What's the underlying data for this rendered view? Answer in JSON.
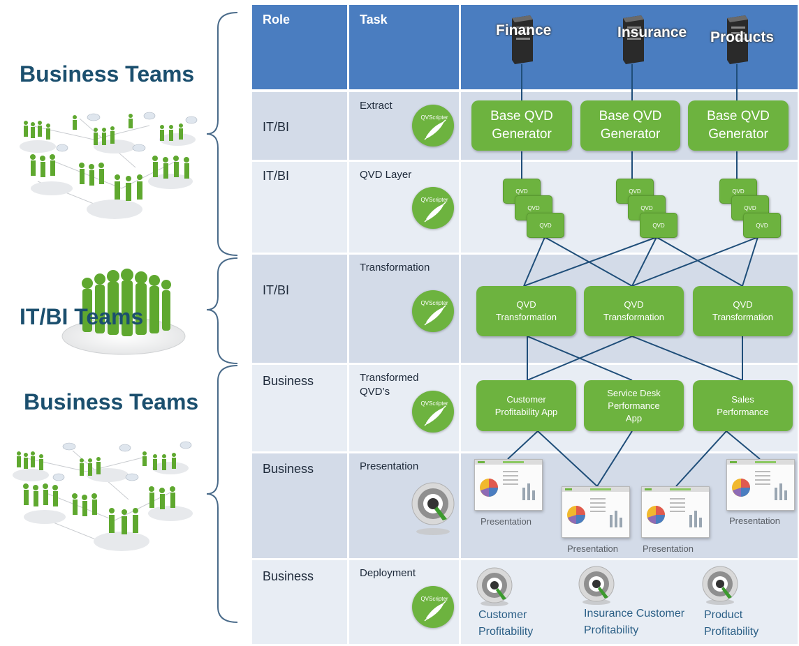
{
  "header": {
    "role_label": "Role",
    "task_label": "Task",
    "sources": [
      "Finance",
      "Insurance",
      "Products"
    ]
  },
  "side": {
    "top_title": "Business Teams",
    "middle_title": "IT/BI Teams",
    "bottom_title": "Business Teams"
  },
  "rows": [
    {
      "role": "IT/BI",
      "task": "Extract",
      "icon": "qvscripter-icon"
    },
    {
      "role": "IT/BI",
      "task": "QVD Layer",
      "icon": "qvscripter-icon"
    },
    {
      "role": "IT/BI",
      "task": "Transformation",
      "icon": "qvscripter-icon"
    },
    {
      "role": "Business",
      "task_line1": "Transformed",
      "task_line2": "QVD’s",
      "icon": "qvscripter-icon"
    },
    {
      "role": "Business",
      "task": "Presentation",
      "icon": "qlikview-icon"
    },
    {
      "role": "Business",
      "task": "Deployment",
      "icon": "qvscripter-icon"
    }
  ],
  "scripter_label": "QVScripter",
  "generators": [
    {
      "line1": "Base QVD",
      "line2": "Generator"
    },
    {
      "line1": "Base QVD",
      "line2": "Generator"
    },
    {
      "line1": "Base QVD",
      "line2": "Generator"
    }
  ],
  "qvd_label": "QVD",
  "transformations": [
    {
      "line1": "QVD",
      "line2": "Transformation"
    },
    {
      "line1": "QVD",
      "line2": "Transformation"
    },
    {
      "line1": "QVD",
      "line2": "Transformation"
    }
  ],
  "apps": [
    {
      "line1": "Customer",
      "line2": "Profitability App",
      "line3": ""
    },
    {
      "line1": "Service Desk",
      "line2": "Performance",
      "line3": "App"
    },
    {
      "line1": "Sales",
      "line2": "Performance",
      "line3": ""
    }
  ],
  "presentation_label": "Presentation",
  "deployments": [
    {
      "line1": "Customer",
      "line2": "Profitability"
    },
    {
      "line1": "Insurance Customer",
      "line2": "Profitability"
    },
    {
      "line1": "Product",
      "line2": "Profitability"
    }
  ],
  "colors": {
    "header_blue": "#4a7dc0",
    "band_dark": "#d3dbe8",
    "band_light": "#e8edf4",
    "qlik_green": "#6db33f",
    "connector": "#1f4e79",
    "title_teal": "#1b4f6e"
  }
}
